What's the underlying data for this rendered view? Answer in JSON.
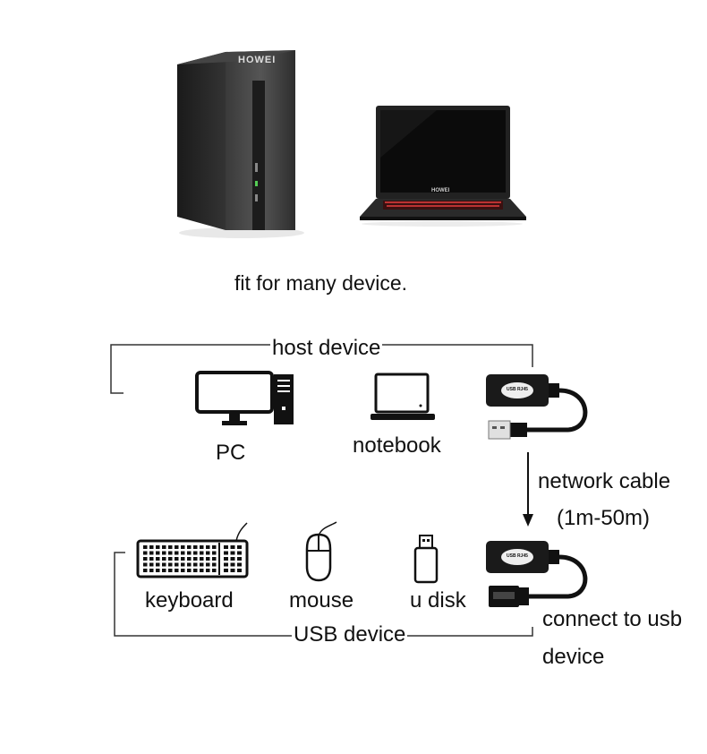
{
  "products": {
    "tower_brand": "HOWEI",
    "laptop_brand": "HOWEI",
    "caption": "fit for many device."
  },
  "host_group": {
    "title": "host device",
    "devices": [
      {
        "label": "PC",
        "icon": "pc-monitor-tower-icon"
      },
      {
        "label": "notebook",
        "icon": "laptop-icon"
      }
    ]
  },
  "usb_group": {
    "title": "USB device",
    "devices": [
      {
        "label": "keyboard",
        "icon": "keyboard-icon"
      },
      {
        "label": "mouse",
        "icon": "mouse-icon"
      },
      {
        "label": "u disk",
        "icon": "usb-flash-drive-icon"
      }
    ]
  },
  "adapters": {
    "cable_label_line1": "network cable",
    "cable_label_line2": "(1m-50m)",
    "usb_label_line1": "connect to usb",
    "usb_label_line2": "device",
    "adapter_badge_text": "USB RJ45"
  }
}
